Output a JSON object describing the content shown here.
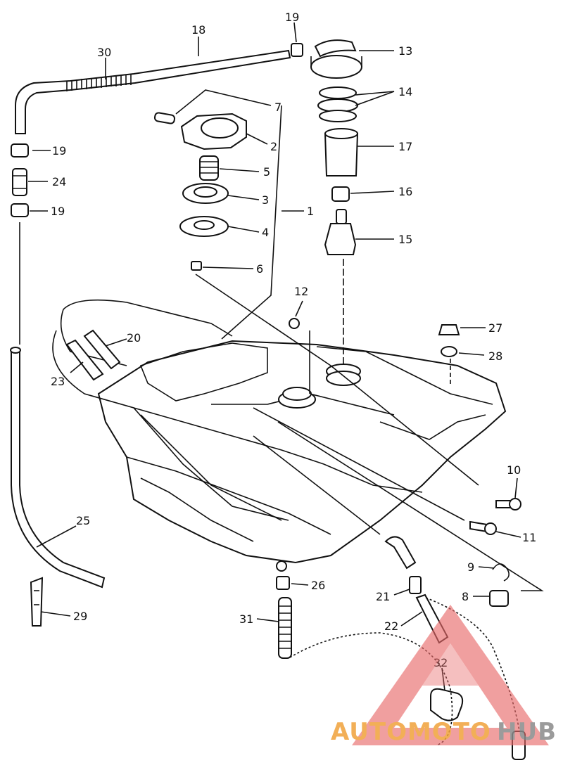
{
  "labels": [
    "18",
    "30",
    "19",
    "13",
    "14",
    "7",
    "2",
    "17",
    "5",
    "16",
    "3",
    "1",
    "4",
    "15",
    "6",
    "12",
    "27",
    "20",
    "28",
    "23",
    "10",
    "11",
    "25",
    "9",
    "26",
    "8",
    "21",
    "31",
    "29",
    "22",
    "32",
    "24"
  ],
  "watermark": {
    "brand_orange": "AUTOMOTO",
    "brand_gray": "HUB",
    "orange": "#f0a23a",
    "gray": "#8a8a8a",
    "triangle": "#e86a6a"
  }
}
